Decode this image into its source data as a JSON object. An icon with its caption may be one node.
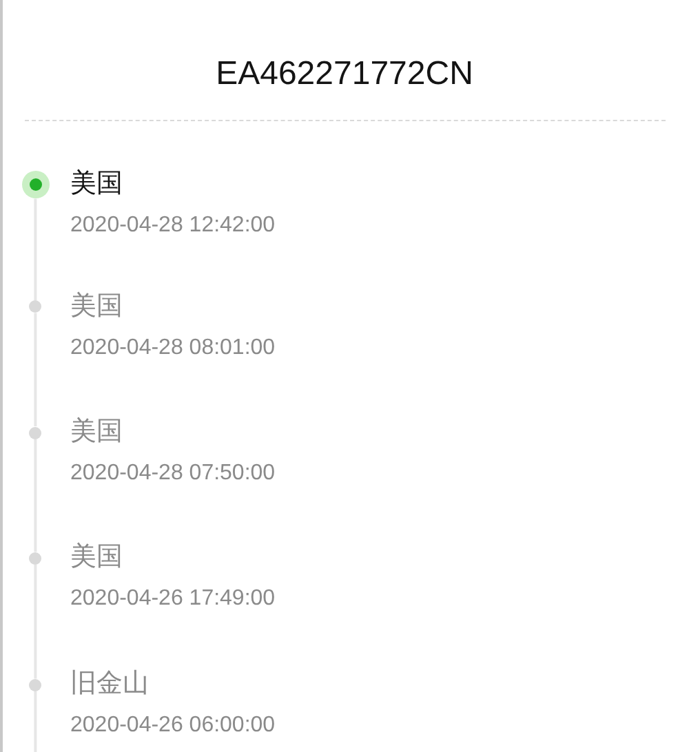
{
  "diagram": {
    "title": "EA462271772CN",
    "nodes": [
      {
        "text": [],
        "shape": "circle",
        "beside": [
          "美国",
          "2020-04-28 12:42:00"
        ]
      },
      {
        "text": [],
        "shape": "circle",
        "beside": [
          "美国",
          "2020-04-28 08:01:00"
        ]
      },
      {
        "text": [],
        "shape": "circle",
        "beside": [
          "美国",
          "2020-04-28 07:50:00"
        ]
      },
      {
        "text": [],
        "shape": "circle",
        "beside": [
          "美国",
          "2020-04-26 17:49:00"
        ]
      },
      {
        "text": [],
        "shape": "circle",
        "beside": [
          "旧金山",
          "2020-04-26 06:00:00"
        ]
      }
    ],
    "edges": [
      {
        "from": 0,
        "to": 1,
        "arrow": "none"
      },
      {
        "from": 1,
        "to": 2,
        "arrow": "none"
      },
      {
        "from": 2,
        "to": 3,
        "arrow": "none"
      },
      {
        "from": 3,
        "to": 4,
        "arrow": "none"
      },
      {
        "from": 4,
        "to": null,
        "arrow": "none"
      }
    ]
  }
}
